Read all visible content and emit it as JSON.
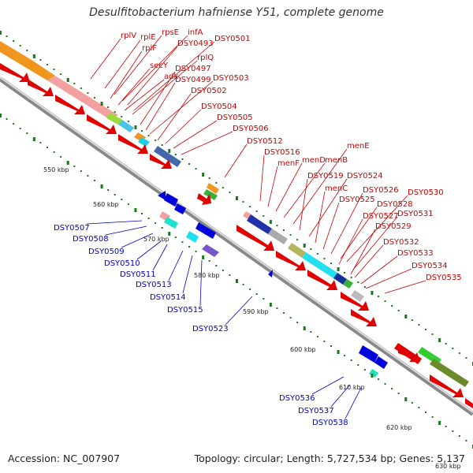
{
  "title": "Desulfitobacterium hafniense Y51, complete genome",
  "accession": "Accession: NC_007907",
  "summary": "Topology: circular; Length: 5,727,534 bp; Genes: 5,137",
  "ticks": [
    "550 kbp",
    "560 kbp",
    "570 kbp",
    "580 kbp",
    "590 kbp",
    "600 kbp",
    "610 kbp",
    "620 kbp",
    "630 kbp"
  ],
  "forward_labels": [
    "rplV",
    "rplE",
    "rpsE",
    "infA",
    "DSY0493",
    "DSY0501",
    "rplF",
    "adk",
    "secY",
    "rplQ",
    "DSY0497",
    "DSY0499",
    "DSY0503",
    "DSY0502",
    "DSY0504",
    "DSY0505",
    "DSY0506",
    "DSY0512",
    "DSY0516",
    "menF",
    "menD",
    "menB",
    "menE",
    "DSY0519",
    "DSY0524",
    "menC",
    "DSY0525",
    "DSY0526",
    "DSY0530",
    "DSY0528",
    "DSY0527",
    "DSY0531",
    "DSY0529",
    "DSY0532",
    "DSY0533",
    "DSY0534",
    "DSY0535"
  ],
  "reverse_labels": [
    "DSY0507",
    "DSY0508",
    "DSY0509",
    "DSY0510",
    "DSY0511",
    "DSY0513",
    "DSY0514",
    "DSY0515",
    "DSY0523",
    "DSY0536",
    "DSY0537",
    "DSY0538"
  ],
  "colors": {
    "forward": "#cc0000",
    "reverse": "#0000cc",
    "backbone": "#999999",
    "tick": "#1a7a1a"
  }
}
